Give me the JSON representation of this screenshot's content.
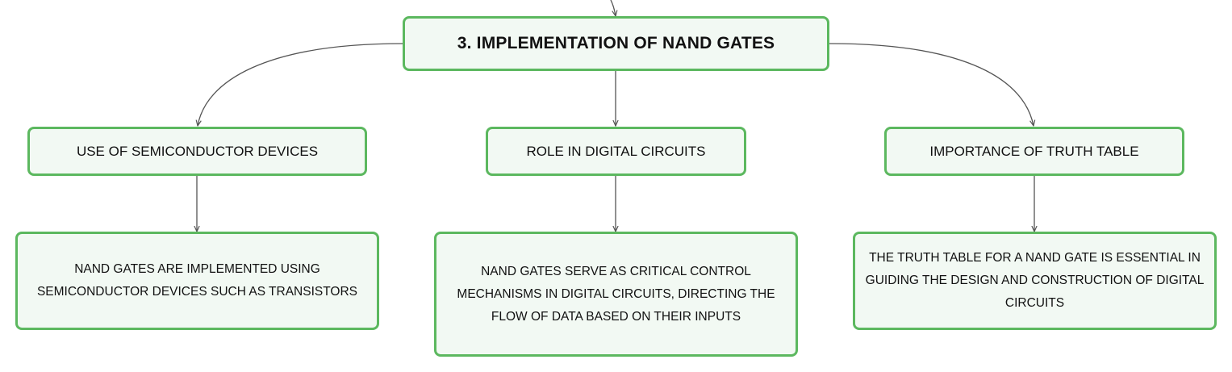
{
  "root": {
    "label": "3. IMPLEMENTATION OF NAND GATES"
  },
  "branches": [
    {
      "label": "USE OF SEMICONDUCTOR DEVICES",
      "detail": "NAND GATES ARE IMPLEMENTED USING SEMICONDUCTOR DEVICES SUCH AS TRANSISTORS"
    },
    {
      "label": "ROLE IN DIGITAL CIRCUITS",
      "detail": "NAND GATES SERVE AS CRITICAL CONTROL MECHANISMS IN DIGITAL CIRCUITS, DIRECTING THE FLOW OF DATA BASED ON THEIR INPUTS"
    },
    {
      "label": "IMPORTANCE OF TRUTH TABLE",
      "detail": "THE TRUTH TABLE FOR A NAND GATE IS ESSENTIAL IN GUIDING THE DESIGN AND CONSTRUCTION OF DIGITAL CIRCUITS"
    }
  ],
  "colors": {
    "node_border": "#5cb85f",
    "node_fill": "#f2f9f3",
    "connector": "#555555",
    "text": "#111111"
  }
}
